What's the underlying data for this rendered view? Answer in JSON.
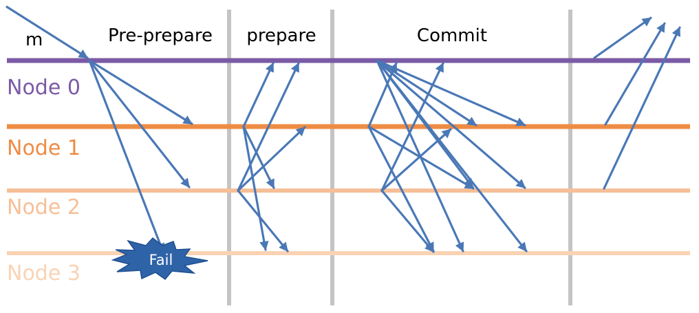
{
  "message_label": "m",
  "phases": [
    "Pre-prepare",
    "prepare",
    "Commit"
  ],
  "nodes": [
    {
      "label": "Node 0",
      "color": "#7b5aa6"
    },
    {
      "label": "Node 1",
      "color": "#ee8c44"
    },
    {
      "label": "Node 2",
      "color": "#f6bf96"
    },
    {
      "label": "Node 3",
      "color": "#f9d3b4"
    }
  ],
  "fail_label": "Fail",
  "colors": {
    "arrow": "#4a78b6",
    "divider": "#c4c4c4",
    "fail_fill": "#2f63a8",
    "fail_text": "#ffffff"
  }
}
